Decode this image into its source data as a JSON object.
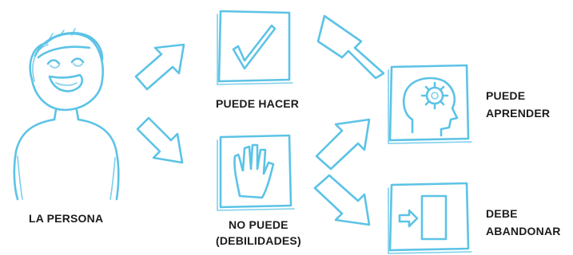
{
  "diagram": {
    "person": {
      "label": "LA PERSONA"
    },
    "can": {
      "label": "PUEDE HACER"
    },
    "cannot": {
      "line1": "NO PUEDE",
      "line2": "(DEBILIDADES)"
    },
    "learn": {
      "line1": "PUEDE",
      "line2": "APRENDER"
    },
    "quit": {
      "line1": "DEBE",
      "line2": "ABANDONAR"
    }
  },
  "colors": {
    "sketch": "#5cc3e6",
    "text": "#1c1c1c",
    "background": "#ffffff"
  },
  "icons": [
    "person-face-icon",
    "checkmark-icon",
    "stop-hand-icon",
    "head-gear-icon",
    "exit-door-icon",
    "arrow-icon"
  ]
}
